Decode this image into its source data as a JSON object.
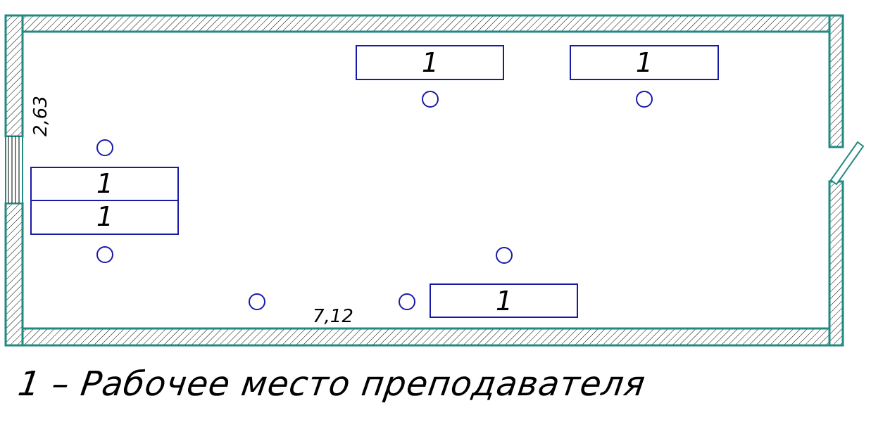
{
  "colors": {
    "wall_outline": "#1f8a80",
    "wall_hatch": "#000000",
    "furniture": "#1a1aa8",
    "text": "#000000"
  },
  "dimensions": {
    "width_label": "7,12",
    "height_label": "2,63"
  },
  "desk_label": "1",
  "legend": {
    "marker": "1",
    "separator": "–",
    "text": "Рабочее место преподавателя"
  }
}
